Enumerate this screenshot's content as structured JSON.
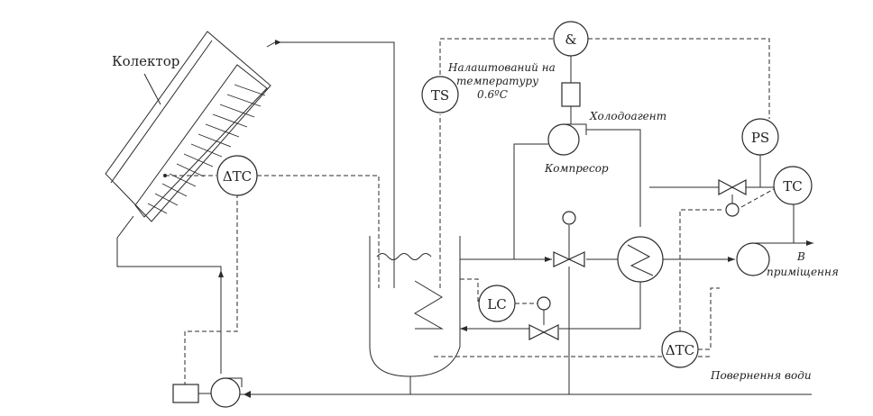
{
  "labels": {
    "collector": "Колектор",
    "setpoint": "Налаштований на температуру 0.6ºC",
    "setpoint_line1": "Налаштований на",
    "setpoint_line2": "температуру",
    "setpoint_line3": "0.6ºC",
    "refrigerant": "Холодоагент",
    "compressor": "Компресор",
    "to_rooms_line1": "В",
    "to_rooms_line2": "приміщення",
    "water_return": "Повернення води"
  },
  "instruments": {
    "and_gate": "&",
    "ts": "TS",
    "ps": "PS",
    "tc": "TC",
    "lc": "LC",
    "dtc_left": "ΔTC",
    "dtc_bottom": "ΔTC"
  },
  "colors": {
    "line": "#2b2b2b",
    "background": "#ffffff"
  }
}
